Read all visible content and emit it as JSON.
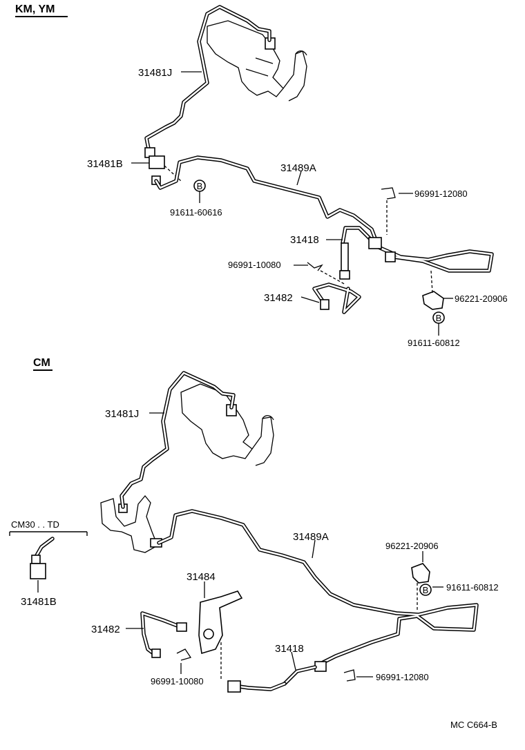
{
  "sections": {
    "top": "KM, YM",
    "bottom": "CM",
    "variant": "CM30 . . TD"
  },
  "labels": {
    "t_31481J": "31481J",
    "t_31481B": "31481B",
    "t_91611_60616": "91611-60616",
    "t_31489A": "31489A",
    "t_96991_12080": "96991-12080",
    "t_31418": "31418",
    "t_96991_10080": "96991-10080",
    "t_31482": "31482",
    "t_96221_20906": "96221-20906",
    "t_91611_60812": "91611-60812",
    "b_31481J": "31481J",
    "b_31481B": "31481B",
    "b_31489A": "31489A",
    "b_96221_20906": "96221-20906",
    "b_91611_60812": "91611-60812",
    "b_31484": "31484",
    "b_31482": "31482",
    "b_31418": "31418",
    "b_96991_10080": "96991-10080",
    "b_96991_12080": "96991-12080",
    "bolt_mark": "B"
  },
  "footer": "MC  C664-B"
}
